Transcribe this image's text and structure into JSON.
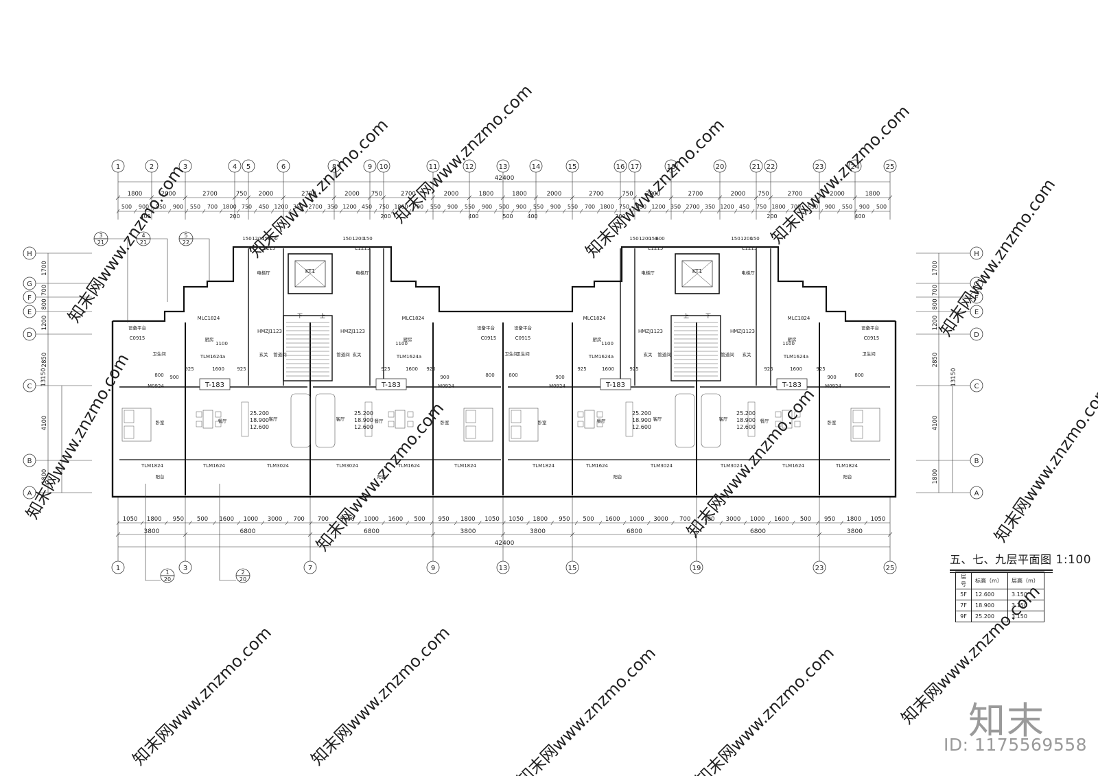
{
  "drawing": {
    "title": "五、七、九层平面图",
    "scale": "1:100",
    "total_width_label": "42400",
    "total_depth_label": "13150"
  },
  "top_axes": [
    "1",
    "2",
    "3",
    "4",
    "5",
    "6",
    "8",
    "9",
    "10",
    "11",
    "12",
    "13",
    "14",
    "15",
    "16",
    "17",
    "18",
    "20",
    "21",
    "22",
    "23",
    "24",
    "25"
  ],
  "bottom_axes": [
    "1",
    "3",
    "7",
    "9",
    "13",
    "15",
    "19",
    "23",
    "25"
  ],
  "row_axes": [
    "H",
    "G",
    "F",
    "E",
    "D",
    "C",
    "B",
    "A"
  ],
  "top_dims_row1": [
    "1800",
    "2000",
    "2700",
    "750",
    "2000",
    "2700",
    "2000",
    "750",
    "2700",
    "2000",
    "1800",
    "1800",
    "2000",
    "2700",
    "750",
    "2000",
    "2700",
    "2000",
    "750",
    "2700",
    "2000",
    "1800"
  ],
  "top_dims_row2": "500 900 550 900 550 700 1800 750 450 1200 350 2700 350 1200 450 750 1800 700 550 900 550 900 500 900 550 900 550 700 1800 750 450 1200 350 2700 350 1200 450 750 1800 700 550 900 550 900 500",
  "top_dims_small": [
    "400",
    "200",
    "200",
    "400",
    "500",
    "400",
    "200",
    "200",
    "400"
  ],
  "bottom_dims_row1": [
    "1050",
    "1800",
    "950",
    "500",
    "1600",
    "1000",
    "3000",
    "700",
    "700",
    "3000",
    "1000",
    "1600",
    "500",
    "950",
    "1800",
    "1050",
    "1050",
    "1800",
    "950",
    "500",
    "1600",
    "1000",
    "3000",
    "700",
    "700",
    "3000",
    "1000",
    "1600",
    "500",
    "950",
    "1800",
    "1050"
  ],
  "bottom_dims_row2": [
    "3800",
    "6800",
    "6800",
    "3800",
    "3800",
    "6800",
    "6800",
    "3800"
  ],
  "side_dims": [
    "1700",
    "700",
    "800",
    "1200",
    "2850",
    "4100",
    "1800"
  ],
  "section_marks": [
    {
      "num": "3",
      "sheet": "21"
    },
    {
      "num": "4",
      "sheet": "21"
    },
    {
      "num": "5",
      "sheet": "22"
    },
    {
      "num": "1",
      "sheet": "20"
    },
    {
      "num": "2",
      "sheet": "20"
    }
  ],
  "unit_tags": [
    "T-183",
    "T-183",
    "T-183",
    "T-183"
  ],
  "rooms": {
    "bedroom": "卧室",
    "dining": "餐厅",
    "living": "客厅",
    "kitchen": "厨房",
    "bath": "卫生间",
    "entry": "玄关",
    "balcony": "阳台",
    "equip": "设备平台",
    "elevator_hall": "电梯厅",
    "shaft": "管道间",
    "down": "下",
    "up": "上",
    "lift_tag": "KT1"
  },
  "elevations": [
    "25.200",
    "18.900",
    "12.600"
  ],
  "windows": [
    "C1215",
    "MLC1824",
    "TLM1624a",
    "C0915",
    "M0924",
    "HMZJ1123",
    "TLM1824",
    "TLM1624",
    "TLM3024"
  ],
  "window_dims": [
    "150",
    "1200",
    "150",
    "600",
    "1100",
    "900",
    "1600",
    "925",
    "800"
  ],
  "level_table": {
    "headers": [
      "层号",
      "标高（m）",
      "层高（m）"
    ],
    "rows": [
      [
        "5F",
        "12.600",
        "3.150"
      ],
      [
        "7F",
        "18.900",
        "3.150"
      ],
      [
        "9F",
        "25.200",
        "3.150"
      ]
    ]
  },
  "watermark": "知末网www.znzmo.com",
  "brand": "知末",
  "image_id": "ID: 1175569558"
}
